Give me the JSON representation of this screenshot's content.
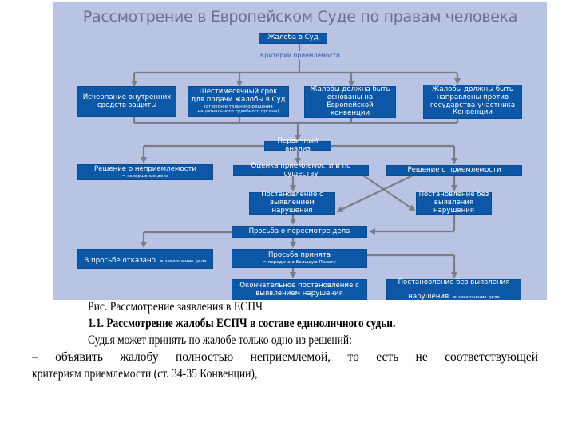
{
  "diagram": {
    "title": "Рассмотрение в Европейском Суде по правам человека",
    "colors": {
      "background": "#b9c3e3",
      "box": "#0d58a6",
      "box_text": "#ffffff",
      "connector": "#7a7c86",
      "title": "#6a7090",
      "criteria_label": "#2a5fb0"
    },
    "complaint_box": "Жалоба в Суд",
    "criteria_label": "Критерии приемлемости",
    "criteria": [
      {
        "main": "Исчерпание внутренних\nсредств защиты",
        "sub": ""
      },
      {
        "main": "Шестимесячный срок\nдля подачи жалобы в Суд",
        "sub": "(от окончательного решения\nнационального судебного органа)"
      },
      {
        "main": "Жалобы должна быть\nоснованы на Европейской\nконвенции",
        "sub": ""
      },
      {
        "main": "Жалобы должны быть\nнаправлены  против\nгосударства-участника\nКонвенции",
        "sub": ""
      }
    ],
    "initial_analysis": "Первичный анализ",
    "inadmissibility": {
      "main": "Решение о неприемлемости",
      "sub": "= завершение дела"
    },
    "merits_assessment": "Оценка приемлемости и по существу",
    "admissibility": "Решение о приемлемости",
    "judgment_violation": "Постановление с\nвыявлением нарушения",
    "judgment_no_violation": "Постановление без\nвыявления нарушения",
    "referral_request": "Просьба о пересмотре дела",
    "request_refused": {
      "main": "В просьбе отказано",
      "sub": "= завершение дела"
    },
    "request_accepted": {
      "main": "Просьба принята",
      "sub": "= передача в Большую Палату"
    },
    "final_violation": "Окончательное постановление с\nвыявлением нарушения",
    "final_no_violation": {
      "main": "Постановление без выявления",
      "main2": "нарушения",
      "sub": "= завершение дела"
    }
  },
  "text": {
    "caption": "Рис. Рассмотрение заявления в ЕСПЧ",
    "section_heading": "1.1. Рассмотрение жалобы ЕСПЧ в составе единоличного судьи.",
    "intro": "Судья может принять по жалобе только одно из решений:",
    "item_line1": "– объявить жалобу полностью неприемлемой, то есть не соответствующей",
    "item_line2": "критериям приемлемости (ст. 34-35 Конвенции),"
  }
}
